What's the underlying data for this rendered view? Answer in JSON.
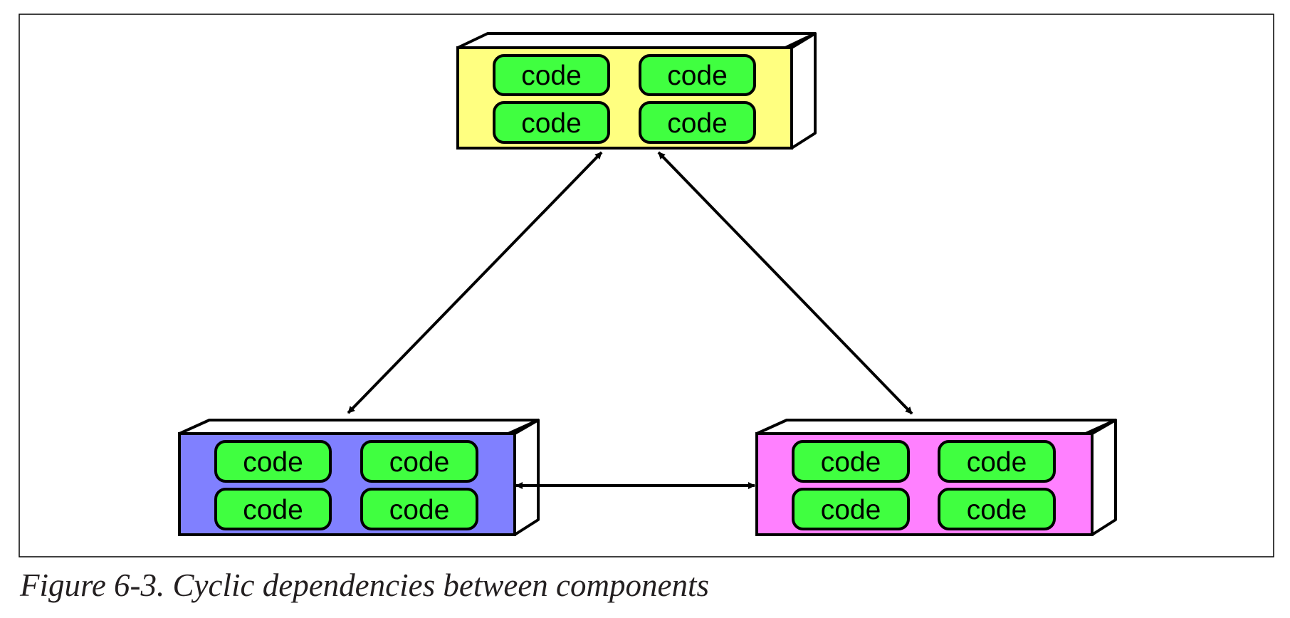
{
  "diagram": {
    "components": [
      {
        "id": "top",
        "color": "#ffff80",
        "modules": [
          "code",
          "code",
          "code",
          "code"
        ]
      },
      {
        "id": "bottom-left",
        "color": "#8080ff",
        "modules": [
          "code",
          "code",
          "code",
          "code"
        ]
      },
      {
        "id": "bottom-right",
        "color": "#ff80ff",
        "modules": [
          "code",
          "code",
          "code",
          "code"
        ]
      }
    ],
    "module_color": "#40ff40",
    "edges": [
      {
        "from": "top",
        "to": "bottom-left",
        "direction": "both"
      },
      {
        "from": "top",
        "to": "bottom-right",
        "direction": "both"
      },
      {
        "from": "bottom-left",
        "to": "bottom-right",
        "direction": "both"
      }
    ]
  },
  "caption": "Figure 6-3. Cyclic dependencies between components"
}
